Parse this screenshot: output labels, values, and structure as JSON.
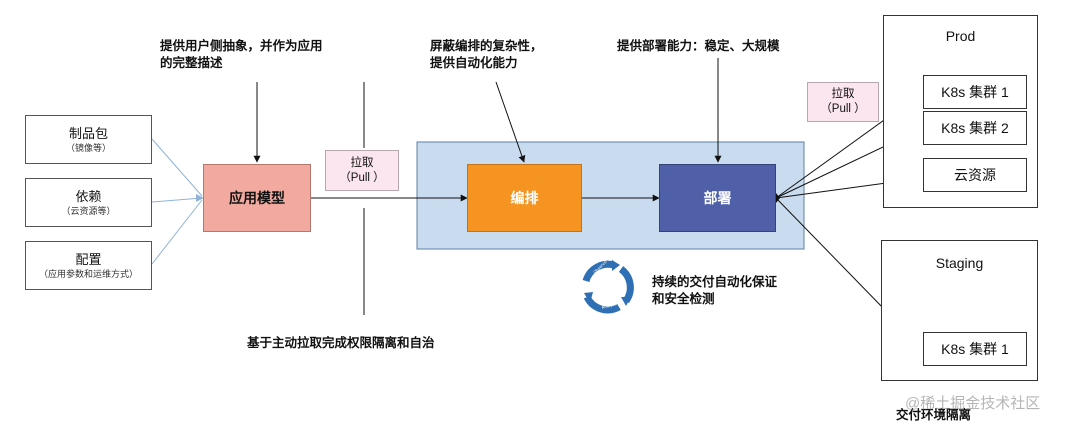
{
  "sources": [
    {
      "title": "制品包",
      "sub": "（镜像等）"
    },
    {
      "title": "依赖",
      "sub": "（云资源等）"
    },
    {
      "title": "配置",
      "sub": "（应用参数和运维方式）"
    }
  ],
  "app_model": {
    "label": "应用模型"
  },
  "app_model_note": {
    "line1": "提供用户侧抽象，并作为应用",
    "line2": "的完整描述"
  },
  "pull_left": {
    "line1": "拉取",
    "line2": "（Pull ）"
  },
  "pull_right": {
    "line1": "拉取",
    "line2": "（Pull ）"
  },
  "orchestrate": {
    "label": "编排"
  },
  "orchestrate_note": {
    "line1": "屏蔽编排的复杂性，",
    "line2": "提供自动化能力"
  },
  "deploy": {
    "label": "部署"
  },
  "deploy_note": {
    "line1": "提供部署能力：稳定、大规模"
  },
  "isolation_note": {
    "text": "基于主动拉取完成权限隔离和自治"
  },
  "continuous_note": {
    "line1": "持续的交付自动化保证",
    "line2": "和安全检测"
  },
  "cycle_icon_labels": [
    "Observe",
    "Act",
    "Analyze"
  ],
  "prod": {
    "title": "Prod",
    "items": [
      "K8s 集群 1",
      "K8s 集群 2",
      "云资源"
    ]
  },
  "staging": {
    "title": "Staging",
    "items": [
      "K8s 集群 1"
    ]
  },
  "env_isolation": {
    "text": "交付环境隔离"
  },
  "watermark": {
    "text": "@稀土掘金技术社区"
  },
  "colors": {
    "app_model_fill": "#f2aaa0",
    "orchestrate_fill": "#f59420",
    "deploy_fill": "#4f5fa8",
    "platform_fill": "#c9dcef",
    "cycle_icon": "#2f6fb3"
  }
}
